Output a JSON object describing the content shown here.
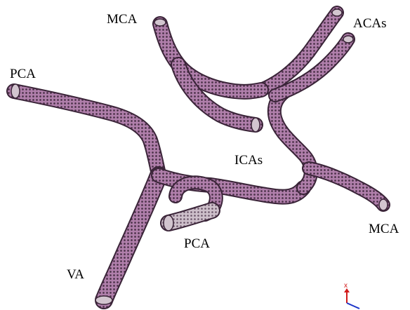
{
  "labels": {
    "mca_top": "MCA",
    "acas": "ACAs",
    "pca_left": "PCA",
    "icas": "ICAs",
    "mca_right": "MCA",
    "pca_mid": "PCA",
    "va": "VA"
  },
  "axis_triad": {
    "x_label": "x"
  },
  "colors": {
    "vessel_fill": "#b07fab",
    "vessel_outline": "#3a2438",
    "mesh_dots": "#4a3148",
    "highlight": "#d2c5cf",
    "axis_red": "#d11a1a",
    "axis_blue": "#1c34c8"
  }
}
